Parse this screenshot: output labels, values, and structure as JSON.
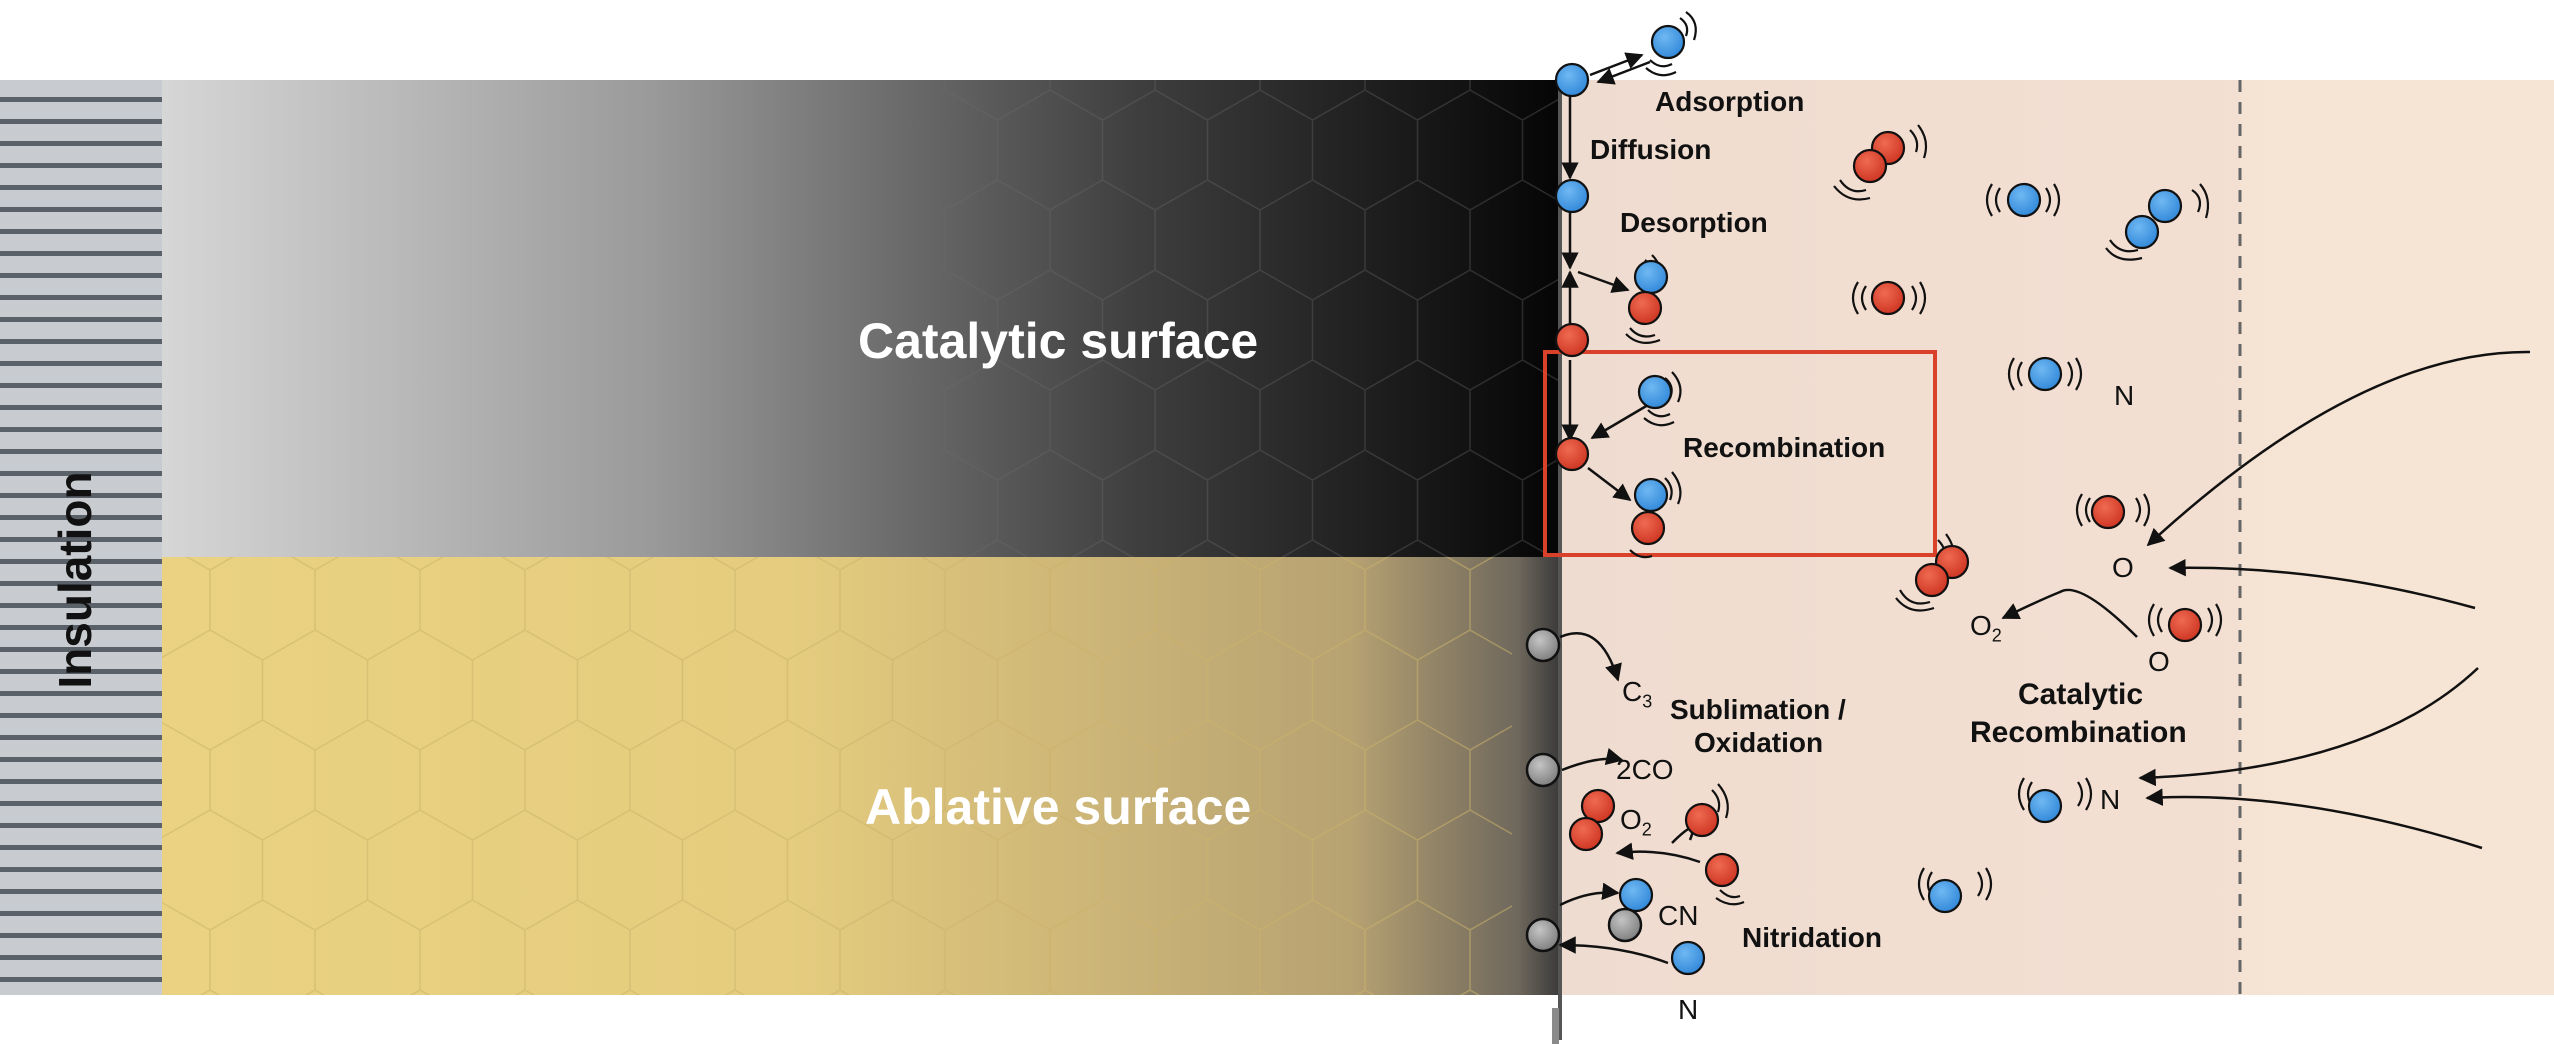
{
  "labels": {
    "insulation": "Insulation",
    "catalytic_surface": "Catalytic surface",
    "ablative_surface": "Ablative surface",
    "adsorption": "Adsorption",
    "diffusion": "Diffusion",
    "desorption": "Desorption",
    "recombination": "Recombination",
    "sublimation_line1": "Sublimation /",
    "sublimation_line2": "Oxidation",
    "catalytic_recomb_line1": "Catalytic",
    "catalytic_recomb_line2": "Recombination",
    "nitridation": "Nitridation"
  },
  "species": {
    "n_top": "N",
    "o_upper": "O",
    "o2_main": "O",
    "o2_sub": "2",
    "o_lower": "O",
    "n_right": "N",
    "c3_main": "C",
    "c3_sub": "3",
    "co": "2CO",
    "o2_abl_main": "O",
    "o2_abl_sub": "2",
    "cn": "CN",
    "n_bottom": "N"
  },
  "colors": {
    "nitrogen_atom": "#3d9ae8",
    "oxygen_atom": "#e0412b",
    "carbon_atom": "#9a9a9a",
    "gas_region": "#f2e0d3",
    "ablative_material": "#e8d17f",
    "highlight_box": "#d9412b"
  }
}
